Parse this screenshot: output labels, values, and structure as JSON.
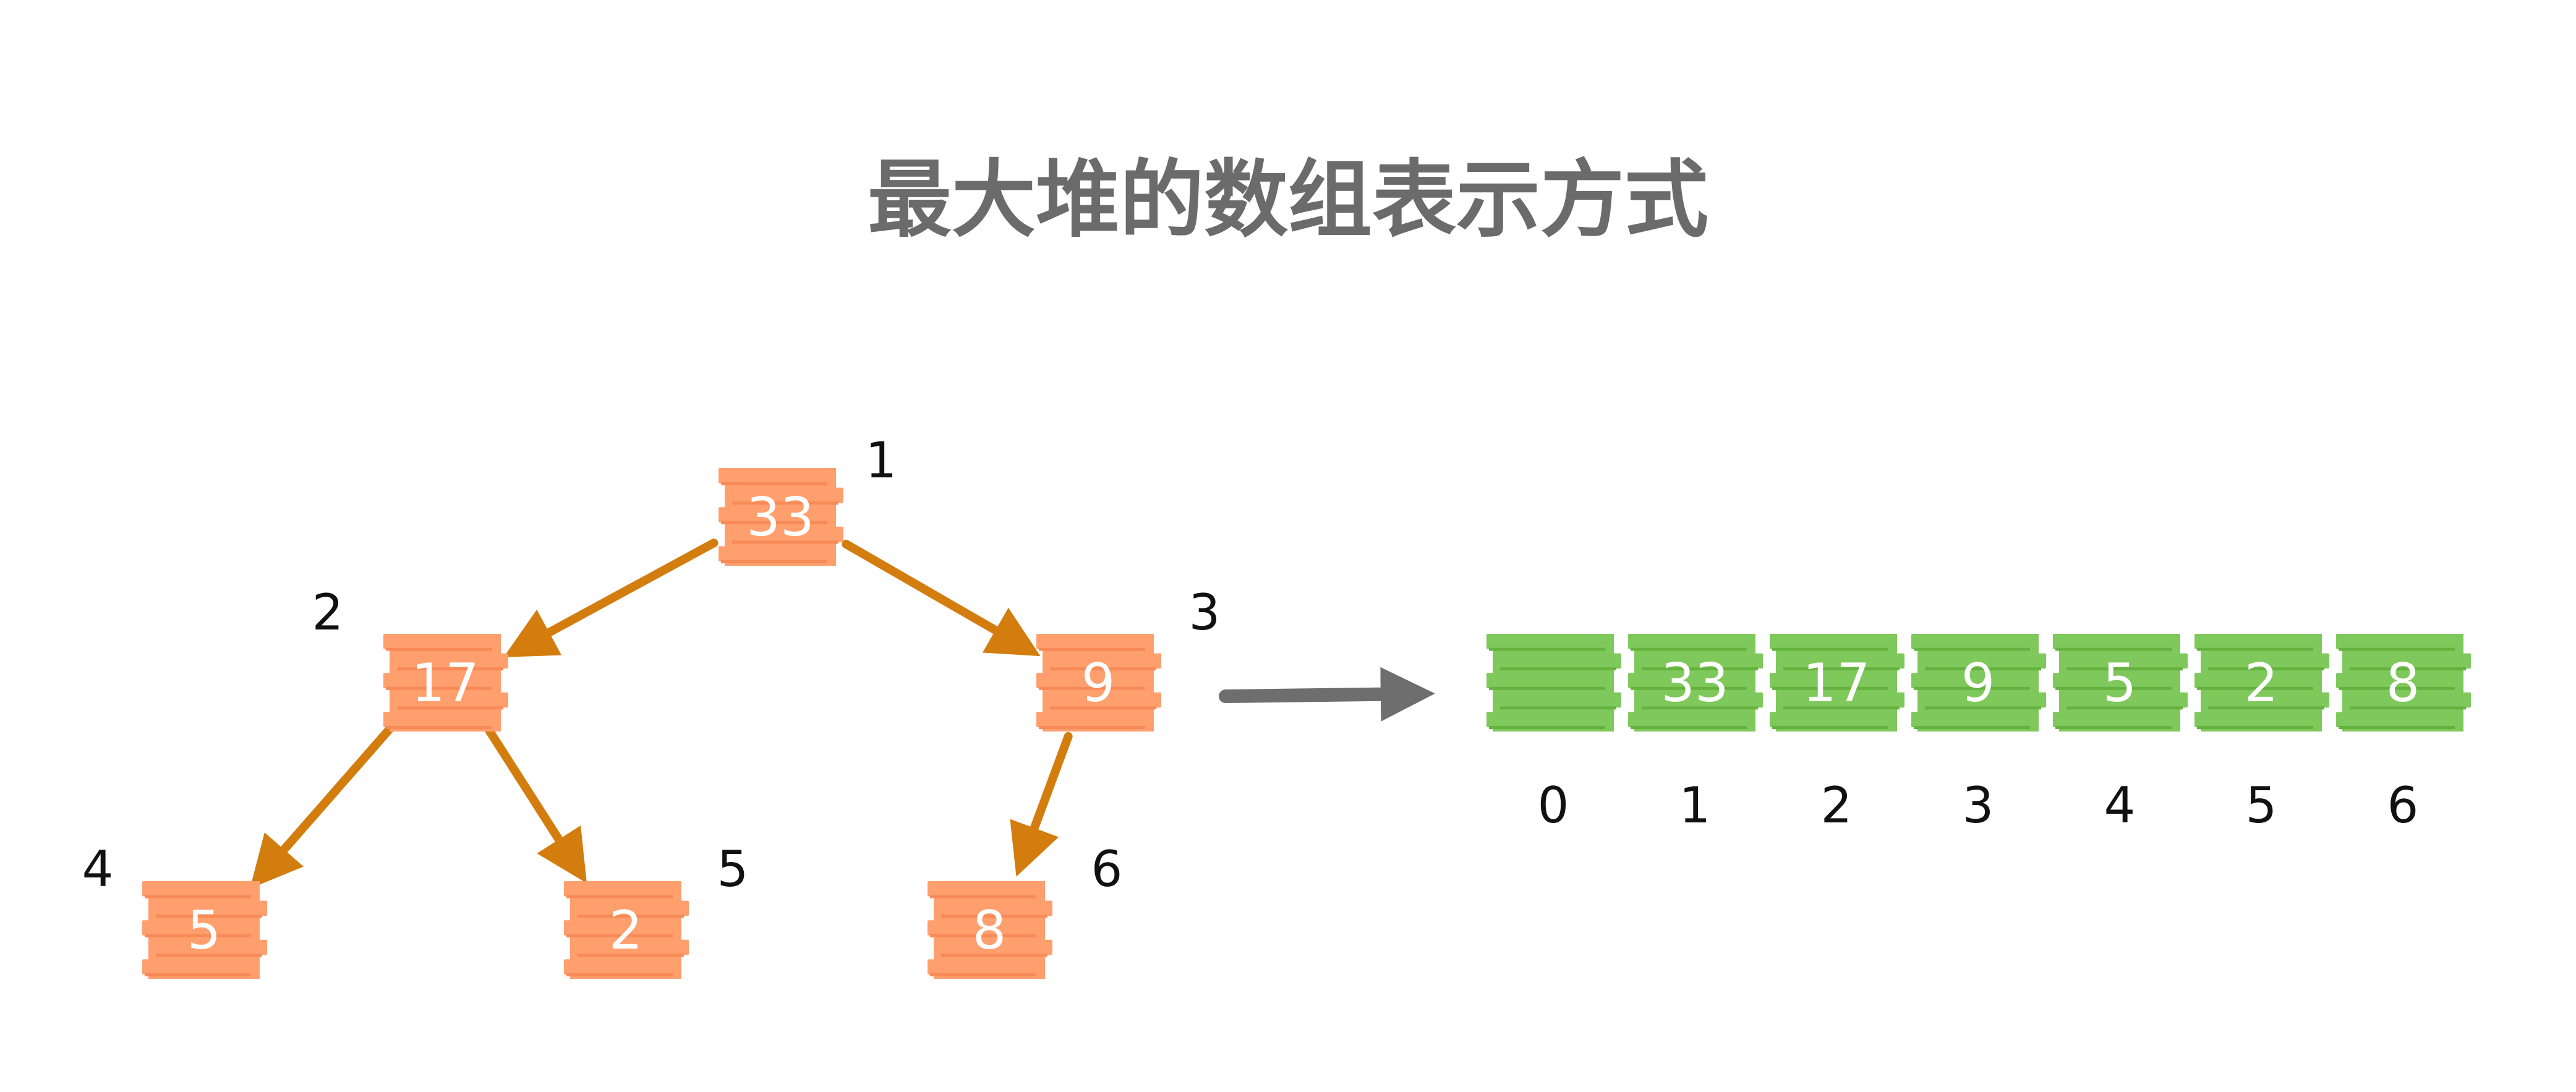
{
  "title": "最大堆的数组表示方式",
  "colors": {
    "tree_node": "#ff9f6e",
    "tree_node_stripe": "#f78a56",
    "tree_edge": "#d47d0f",
    "array_cell": "#7fc85c",
    "array_cell_stripe": "#65b33f",
    "transform_arrow": "#6e6e6e",
    "title": "#6b6b6b",
    "label": "#111111"
  },
  "tree": {
    "nodes": [
      {
        "index": "1",
        "value": "33"
      },
      {
        "index": "2",
        "value": "17"
      },
      {
        "index": "3",
        "value": "9"
      },
      {
        "index": "4",
        "value": "5"
      },
      {
        "index": "5",
        "value": "2"
      },
      {
        "index": "6",
        "value": "8"
      }
    ],
    "edges": [
      {
        "from": "1",
        "to": "2"
      },
      {
        "from": "1",
        "to": "3"
      },
      {
        "from": "2",
        "to": "4"
      },
      {
        "from": "2",
        "to": "5"
      },
      {
        "from": "3",
        "to": "6"
      }
    ]
  },
  "array": {
    "cells": [
      {
        "index": "0",
        "value": ""
      },
      {
        "index": "1",
        "value": "33"
      },
      {
        "index": "2",
        "value": "17"
      },
      {
        "index": "3",
        "value": "9"
      },
      {
        "index": "4",
        "value": "5"
      },
      {
        "index": "5",
        "value": "2"
      },
      {
        "index": "6",
        "value": "8"
      }
    ]
  }
}
